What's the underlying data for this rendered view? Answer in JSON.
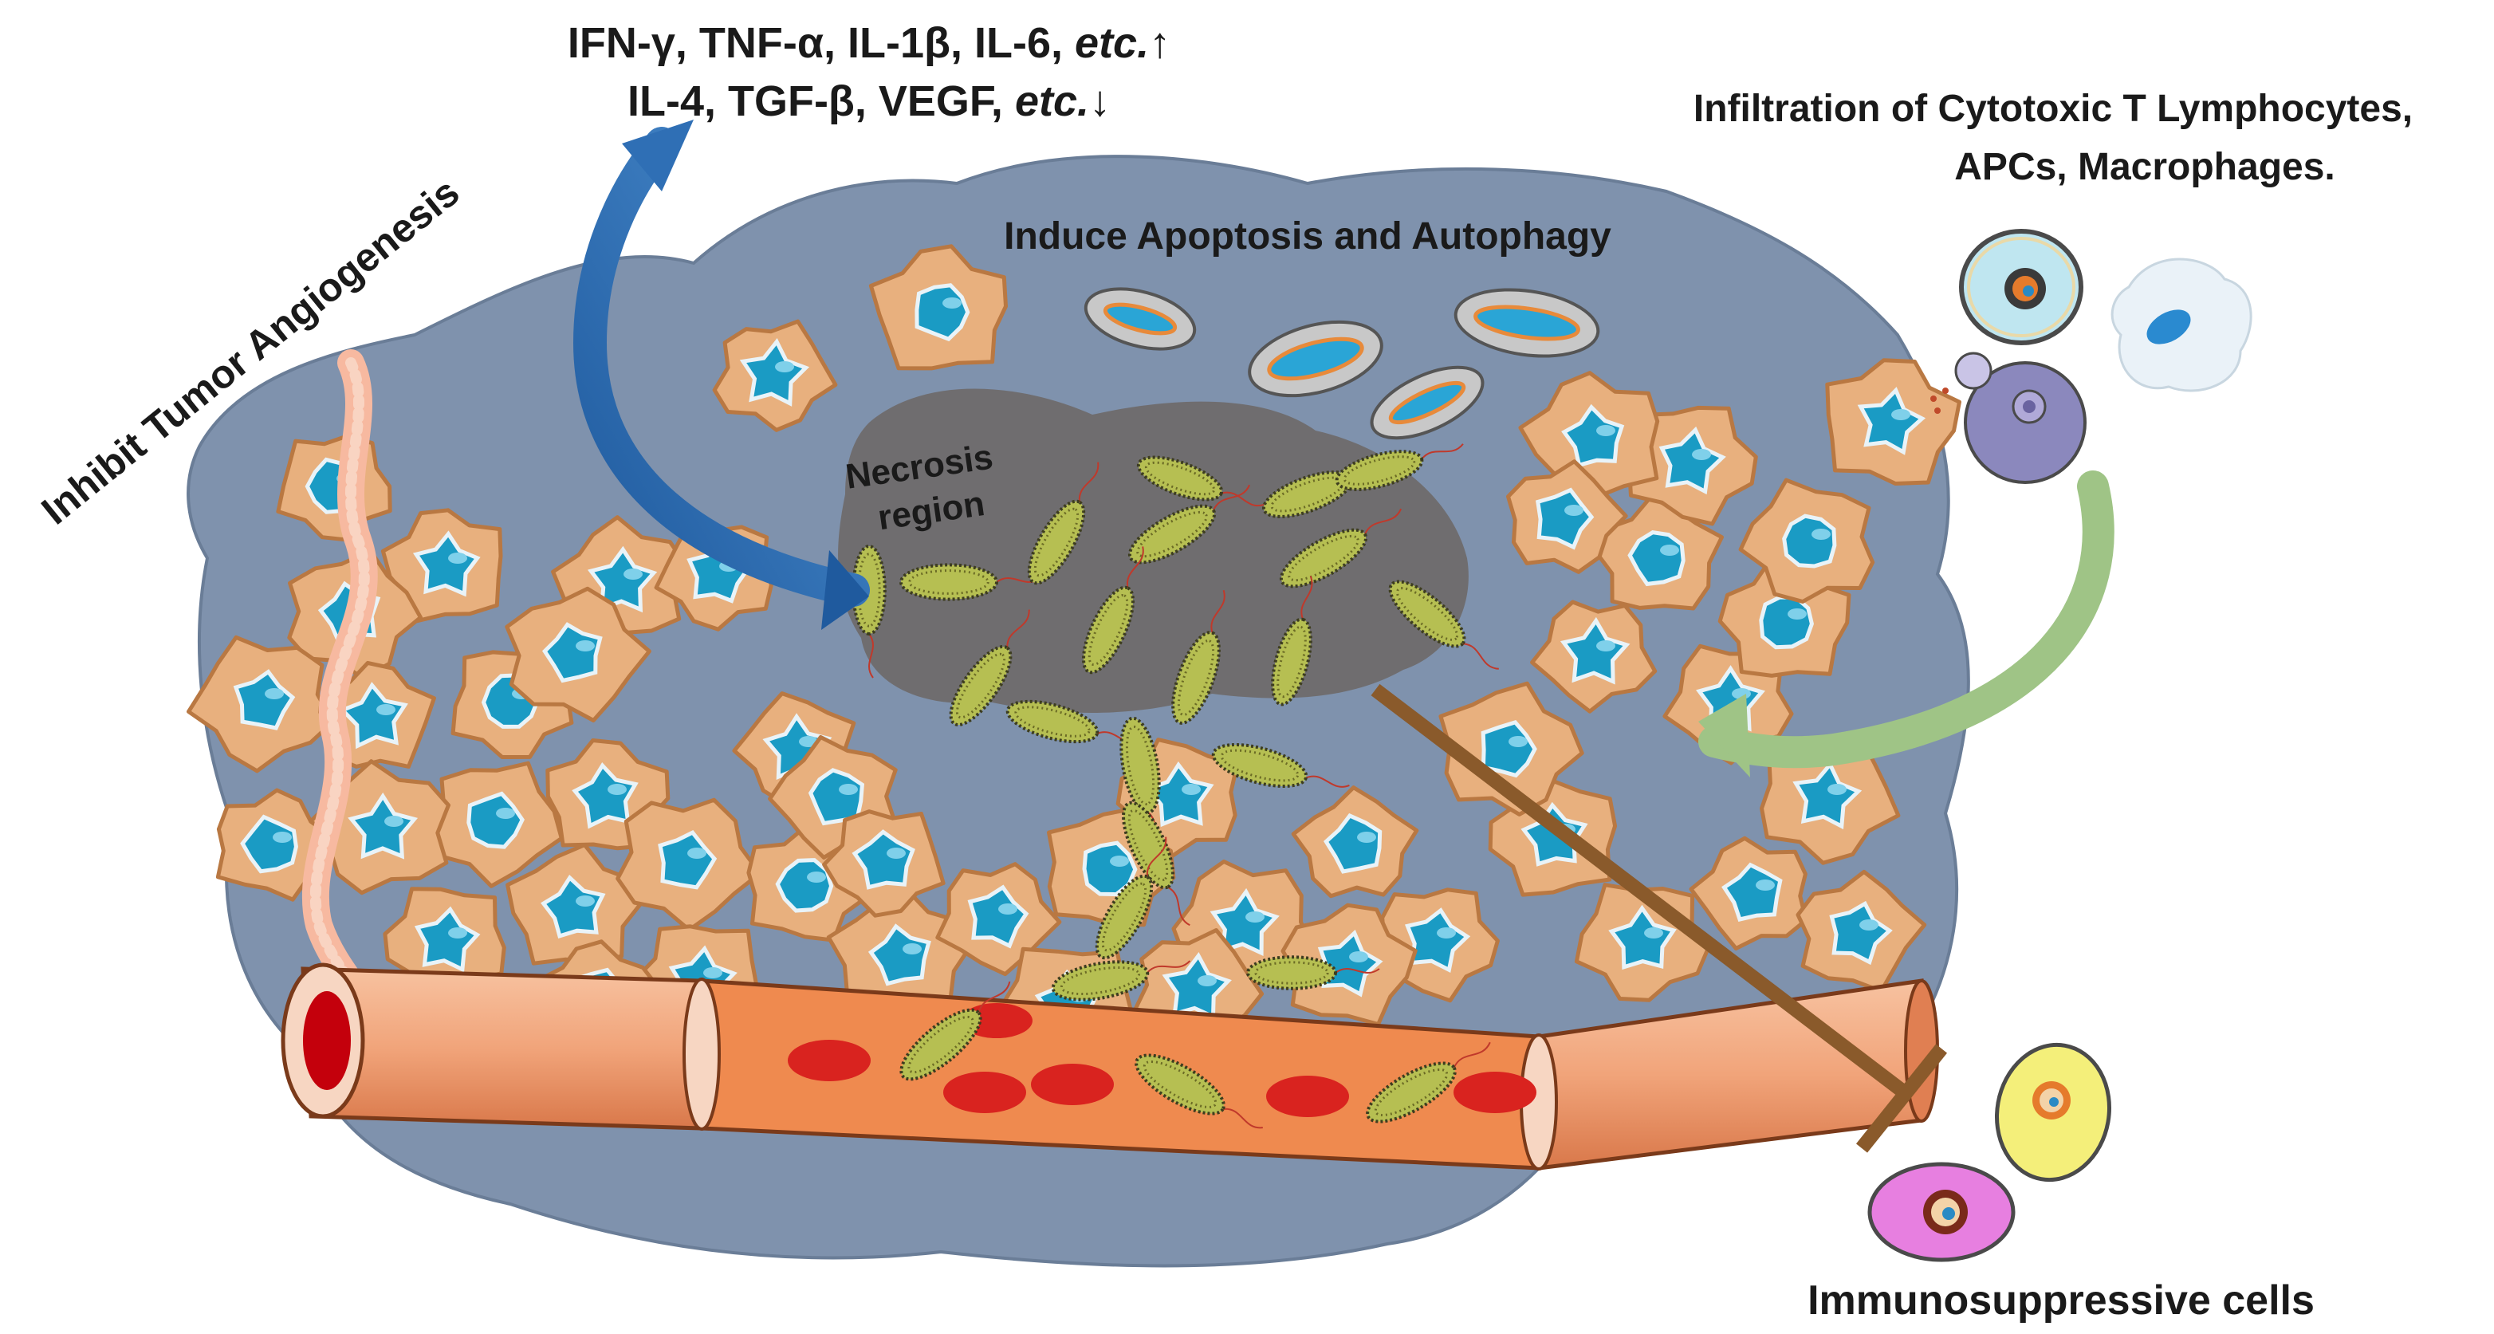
{
  "cytokines": {
    "up_prefix": "IFN-γ, TNF-α, IL-1β, IL-6, ",
    "up_etc": "etc.",
    "up_arrow": "↑",
    "down_prefix": "IL-4, TGF-β, VEGF, ",
    "down_etc": "etc.",
    "down_arrow": "↓"
  },
  "labels": {
    "angiogenesis": "Inhibit Tumor Angiogenesis",
    "apoptosis": "Induce Apoptosis and Autophagy",
    "necrosis_line1": "Necrosis",
    "necrosis_line2": "region",
    "infiltration_line1": "Infiltration of Cytotoxic T Lymphocytes,",
    "infiltration_line2": "APCs, Macrophages.",
    "immunosuppressive": "Immunosuppressive cells"
  },
  "colors": {
    "tumor_background": "#7f92ad",
    "tumor_cell": "#e8b07e",
    "tumor_cell_edge": "#b97842",
    "nucleus": "#1a9bc4",
    "necrosis": "#6f6b6b",
    "bacteria": "#b6bf52",
    "vessel": "#f1a47a",
    "vessel_inner": "#ef8a4f",
    "red_blood_cell": "#d9231f",
    "arrow_blue": "#2f6fb5",
    "arrow_green": "#9fc486",
    "inhibit_bar": "#8a5a2b",
    "immunosuppressive_yellow": "#f4ef7a",
    "immunosuppressive_pink": "#e77fe0"
  }
}
